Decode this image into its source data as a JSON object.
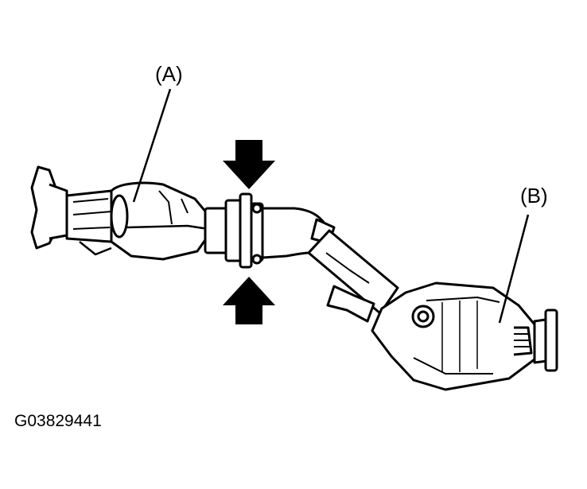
{
  "diagram": {
    "callouts": [
      {
        "id": "A",
        "text": "(A)"
      },
      {
        "id": "B",
        "text": "(B)"
      }
    ],
    "figure_id": "G03829441",
    "colors": {
      "ink": "#000000",
      "paper": "#ffffff",
      "shade": "#d9d9d9"
    }
  }
}
